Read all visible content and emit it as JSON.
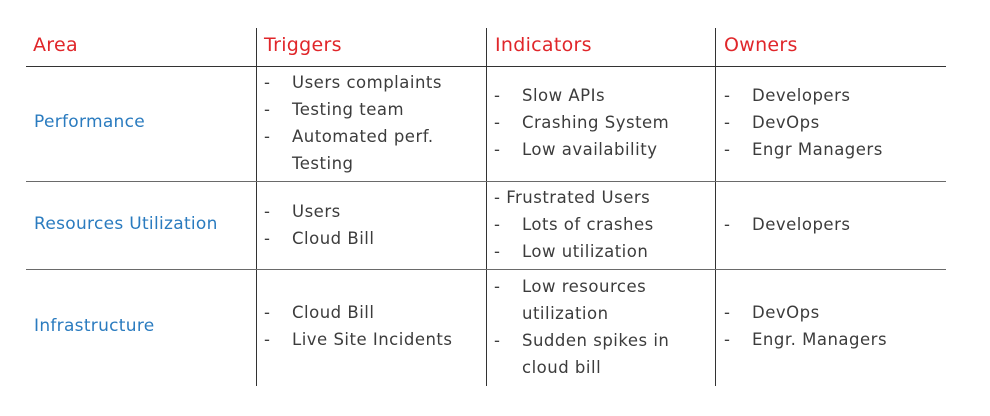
{
  "headers": {
    "area": "Area",
    "triggers": "Triggers",
    "indicators": "Indicators",
    "owners": "Owners"
  },
  "bullet": "-",
  "rows": [
    {
      "area": "Performance",
      "triggers": [
        "Users complaints",
        "Testing team",
        "Automated perf.",
        "Testing"
      ],
      "indicators": [
        "Slow APIs",
        "Crashing System",
        "Low availability"
      ],
      "owners": [
        "Developers",
        "DevOps",
        "Engr Managers"
      ]
    },
    {
      "area": "Resources Utilization",
      "triggers": [
        "Users",
        "Cloud Bill"
      ],
      "indicators": [
        "- Frustrated Users",
        "Lots of crashes",
        "Low utilization"
      ],
      "owners": [
        "Developers"
      ]
    },
    {
      "area": "Infrastructure",
      "triggers": [
        "Cloud Bill",
        "Live Site Incidents"
      ],
      "indicators": [
        "Low resources",
        "utilization",
        "Sudden spikes in",
        "cloud bill"
      ],
      "owners": [
        "DevOps",
        "Engr. Managers"
      ]
    }
  ],
  "colors": {
    "header": "#e0262a",
    "area": "#2a7bbf",
    "text": "#3c3c3c",
    "lines": "#333333"
  }
}
